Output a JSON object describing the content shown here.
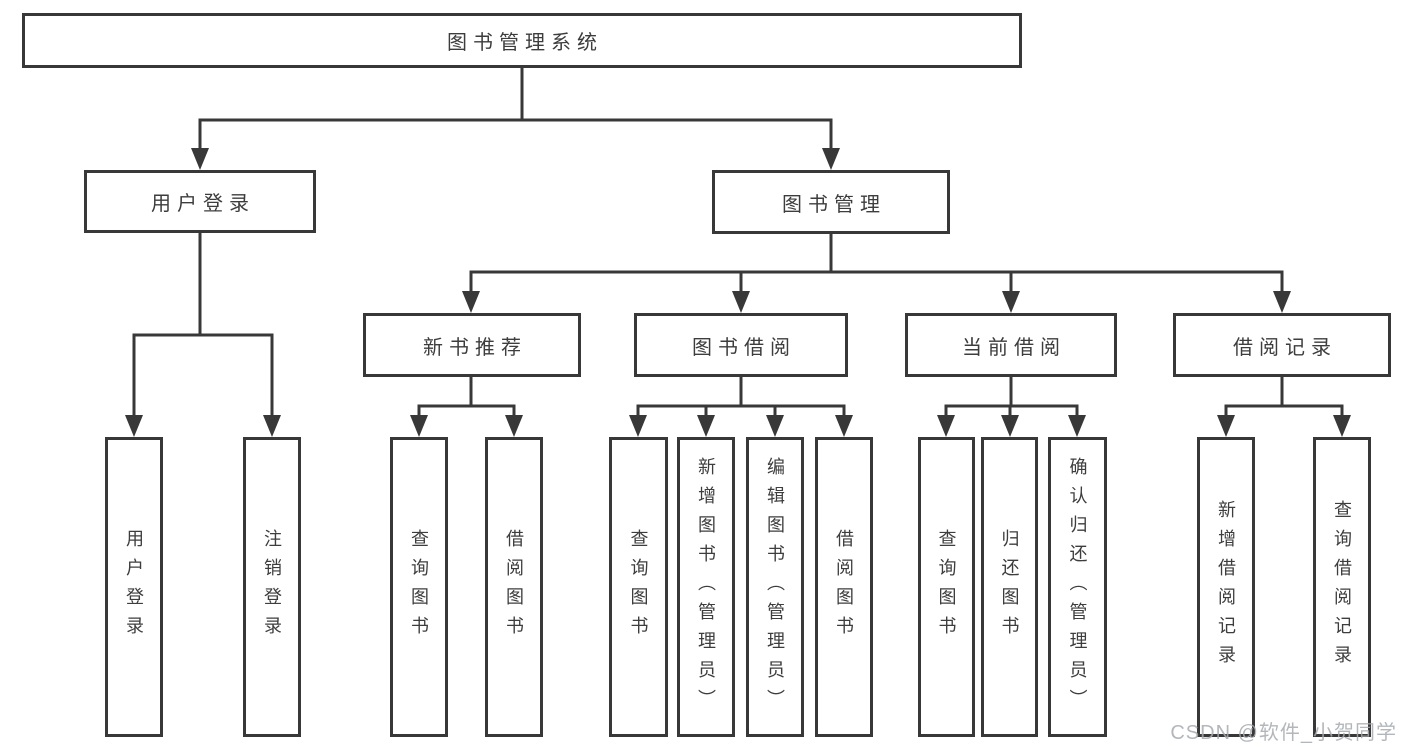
{
  "diagram": {
    "title": "图书管理系统",
    "level2": {
      "user_login": "用户登录",
      "book_mgmt": "图书管理"
    },
    "level3": {
      "new_book_rec": "新书推荐",
      "book_borrow": "图书借阅",
      "current_borrow": "当前借阅",
      "borrow_record": "借阅记录"
    },
    "leaves": {
      "login": "用户登录",
      "logout": "注销登录",
      "rec_query_book": "查询图书",
      "rec_borrow_book": "借阅图书",
      "bb_query_book": "查询图书",
      "bb_add_book": "新增图书（管理员）",
      "bb_edit_book": "编辑图书（管理员）",
      "bb_borrow_book": "借阅图书",
      "cb_query_book": "查询图书",
      "cb_return_book": "归还图书",
      "cb_confirm_return": "确认归还（管理员）",
      "br_add_record": "新增借阅记录",
      "br_query_record": "查询借阅记录"
    },
    "watermark": "CSDN @软件_小贺同学",
    "colors": {
      "line": "#383838",
      "text": "#3d3d3d",
      "watermark": "#a6abb0",
      "background": "#ffffff"
    }
  }
}
